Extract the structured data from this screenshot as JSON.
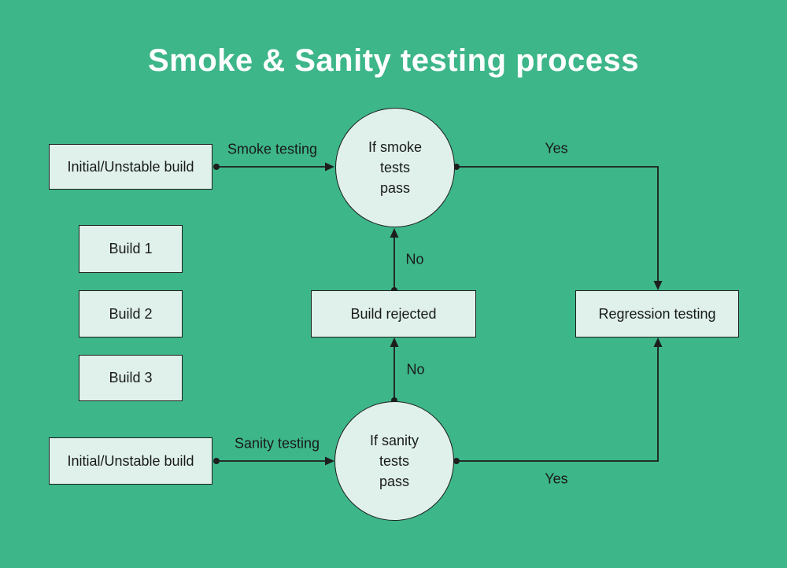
{
  "title": "Smoke & Sanity testing process",
  "colors": {
    "background": "#3db689",
    "node_fill": "#dff1ea",
    "node_border": "#1e1e1e",
    "connector": "#1e1e1e",
    "title_text": "#ffffff",
    "node_text": "#1a1a1a"
  },
  "nodes": {
    "initial_top": {
      "label": "Initial/Unstable build"
    },
    "build1": {
      "label": "Build 1"
    },
    "build2": {
      "label": "Build 2"
    },
    "build3": {
      "label": "Build 3"
    },
    "initial_bottom": {
      "label": "Initial/Unstable build"
    },
    "smoke_decision": {
      "label": "If smoke\ntests\npass"
    },
    "sanity_decision": {
      "label": "If sanity\ntests\npass"
    },
    "build_rejected": {
      "label": "Build rejected"
    },
    "regression": {
      "label": "Regression testing"
    }
  },
  "edges": {
    "smoke_testing": {
      "label": "Smoke testing"
    },
    "smoke_yes": {
      "label": "Yes"
    },
    "smoke_no": {
      "label": "No"
    },
    "sanity_no": {
      "label": "No"
    },
    "sanity_testing": {
      "label": "Sanity testing"
    },
    "sanity_yes": {
      "label": "Yes"
    }
  }
}
